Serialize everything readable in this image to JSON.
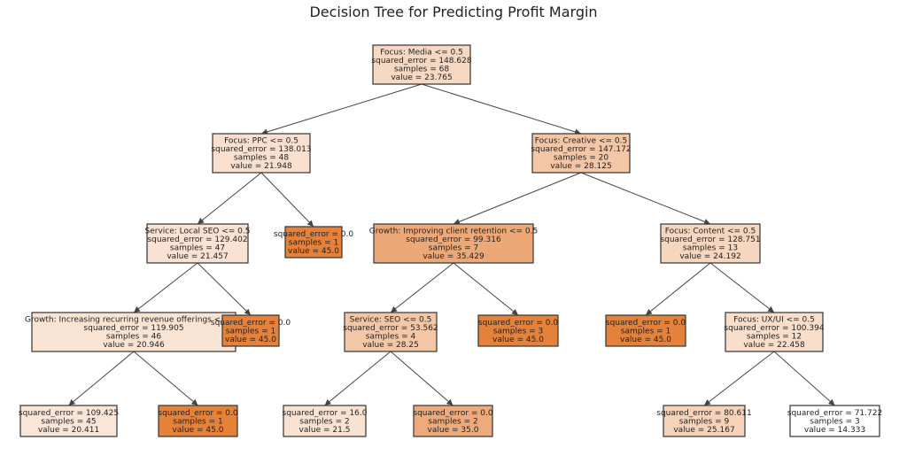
{
  "title": "Decision Tree for Predicting Profit Margin",
  "colors": {
    "leaf_max": "#e58139",
    "low": "#ffffff",
    "border": "#333333",
    "edge": "#444444"
  },
  "nodes": [
    {
      "id": "n0",
      "lines": [
        "Focus: Media <= 0.5",
        "squared_error = 148.628",
        "samples = 68",
        "value = 23.765"
      ],
      "value": 23.765
    },
    {
      "id": "n1",
      "lines": [
        "Focus: PPC <= 0.5",
        "squared_error = 138.013",
        "samples = 48",
        "value = 21.948"
      ],
      "value": 21.948
    },
    {
      "id": "n2",
      "lines": [
        "Focus: Creative <= 0.5",
        "squared_error = 147.172",
        "samples = 20",
        "value = 28.125"
      ],
      "value": 28.125
    },
    {
      "id": "n3",
      "lines": [
        "Service: Local SEO <= 0.5",
        "squared_error = 129.402",
        "samples = 47",
        "value = 21.457"
      ],
      "value": 21.457
    },
    {
      "id": "n4",
      "lines": [
        "squared_error = 0.0",
        "samples = 1",
        "value = 45.0"
      ],
      "value": 45.0
    },
    {
      "id": "n5",
      "lines": [
        "Growth: Improving client retention <= 0.5",
        "squared_error = 99.316",
        "samples = 7",
        "value = 35.429"
      ],
      "value": 35.429
    },
    {
      "id": "n6",
      "lines": [
        "Focus: Content <= 0.5",
        "squared_error = 128.751",
        "samples = 13",
        "value = 24.192"
      ],
      "value": 24.192
    },
    {
      "id": "n7",
      "lines": [
        "Growth: Increasing recurring revenue offerings <= 0.5",
        "squared_error = 119.905",
        "samples = 46",
        "value = 20.946"
      ],
      "value": 20.946
    },
    {
      "id": "n8",
      "lines": [
        "squared_error = 0.0",
        "samples = 1",
        "value = 45.0"
      ],
      "value": 45.0
    },
    {
      "id": "n9",
      "lines": [
        "Service: SEO <= 0.5",
        "squared_error = 53.562",
        "samples = 4",
        "value = 28.25"
      ],
      "value": 28.25
    },
    {
      "id": "n10",
      "lines": [
        "squared_error = 0.0",
        "samples = 3",
        "value = 45.0"
      ],
      "value": 45.0
    },
    {
      "id": "n11",
      "lines": [
        "squared_error = 0.0",
        "samples = 1",
        "value = 45.0"
      ],
      "value": 45.0
    },
    {
      "id": "n12",
      "lines": [
        "Focus: UX/UI <= 0.5",
        "squared_error = 100.394",
        "samples = 12",
        "value = 22.458"
      ],
      "value": 22.458
    },
    {
      "id": "n13",
      "lines": [
        "squared_error = 109.425",
        "samples = 45",
        "value = 20.411"
      ],
      "value": 20.411
    },
    {
      "id": "n14",
      "lines": [
        "squared_error = 0.0",
        "samples = 1",
        "value = 45.0"
      ],
      "value": 45.0
    },
    {
      "id": "n15",
      "lines": [
        "squared_error = 16.0",
        "samples = 2",
        "value = 21.5"
      ],
      "value": 21.5
    },
    {
      "id": "n16",
      "lines": [
        "squared_error = 0.0",
        "samples = 2",
        "value = 35.0"
      ],
      "value": 35.0
    },
    {
      "id": "n17",
      "lines": [
        "squared_error = 80.611",
        "samples = 9",
        "value = 25.167"
      ],
      "value": 25.167
    },
    {
      "id": "n18",
      "lines": [
        "squared_error = 71.722",
        "samples = 3",
        "value = 14.333"
      ],
      "value": 14.333
    }
  ],
  "edges": [
    [
      "n0",
      "n1"
    ],
    [
      "n0",
      "n2"
    ],
    [
      "n1",
      "n3"
    ],
    [
      "n1",
      "n4"
    ],
    [
      "n2",
      "n5"
    ],
    [
      "n2",
      "n6"
    ],
    [
      "n3",
      "n7"
    ],
    [
      "n3",
      "n8"
    ],
    [
      "n5",
      "n9"
    ],
    [
      "n5",
      "n10"
    ],
    [
      "n6",
      "n11"
    ],
    [
      "n6",
      "n12"
    ],
    [
      "n7",
      "n13"
    ],
    [
      "n7",
      "n14"
    ],
    [
      "n9",
      "n15"
    ],
    [
      "n9",
      "n16"
    ],
    [
      "n12",
      "n17"
    ],
    [
      "n12",
      "n18"
    ]
  ]
}
